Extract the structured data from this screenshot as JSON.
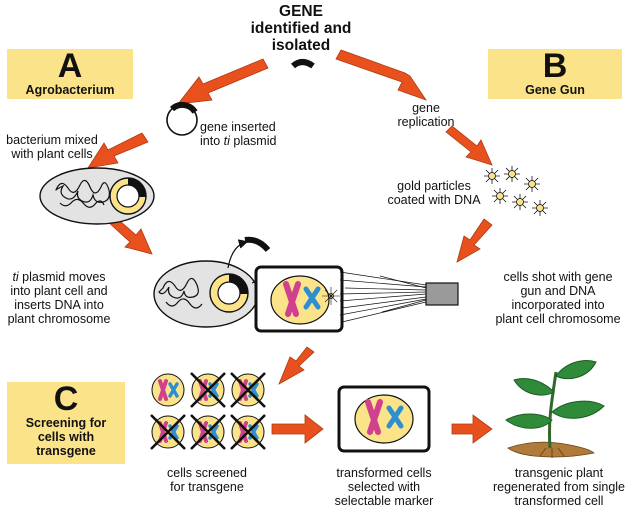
{
  "title": {
    "line1": "GENE",
    "line2": "identified and",
    "line3": "isolated"
  },
  "methods": {
    "a": {
      "letter": "A",
      "name": "Agrobacterium"
    },
    "b": {
      "letter": "B",
      "name": "Gene Gun"
    },
    "c": {
      "letter": "C",
      "name_line1": "Screening for",
      "name_line2": "cells with",
      "name_line3": "transgene"
    }
  },
  "steps": {
    "gene_inserted": {
      "line1": "gene inserted",
      "line2_pre": "into ",
      "line2_em": "ti",
      "line2_post": " plasmid"
    },
    "bacterium_mixed": {
      "line1": "bacterium mixed",
      "line2": "with plant cells"
    },
    "gene_replication": {
      "line1": "gene",
      "line2": "replication"
    },
    "gold_particles": {
      "line1": "gold particles",
      "line2": "coated with DNA"
    },
    "ti_moves": {
      "line1_em": "ti",
      "line1_post": " plasmid moves",
      "line2": "into plant cell and",
      "line3": "inserts DNA into",
      "line4": "plant chromosome"
    },
    "cells_shot": {
      "line1": "cells shot with gene",
      "line2": "gun and DNA",
      "line3": "incorporated into",
      "line4": "plant cell chromosome"
    },
    "cells_screened": {
      "line1": "cells screened",
      "line2": "for transgene"
    },
    "transformed_selected": {
      "line1": "transformed cells",
      "line2": "selected with",
      "line3": "selectable marker"
    },
    "transgenic_plant": {
      "line1": "transgenic plant",
      "line2": "regenerated from single",
      "line3": "transformed cell"
    }
  },
  "colors": {
    "label_box": "#fbe38a",
    "arrow": "#e8511e",
    "cell_fill": "#e3e3e3",
    "nucleus": "#fbe38a",
    "chromosome_pink": "#d0408e",
    "chromosome_blue": "#2e8fd0",
    "leaf": "#2f8a3a",
    "gun": "#9a9a9a"
  }
}
